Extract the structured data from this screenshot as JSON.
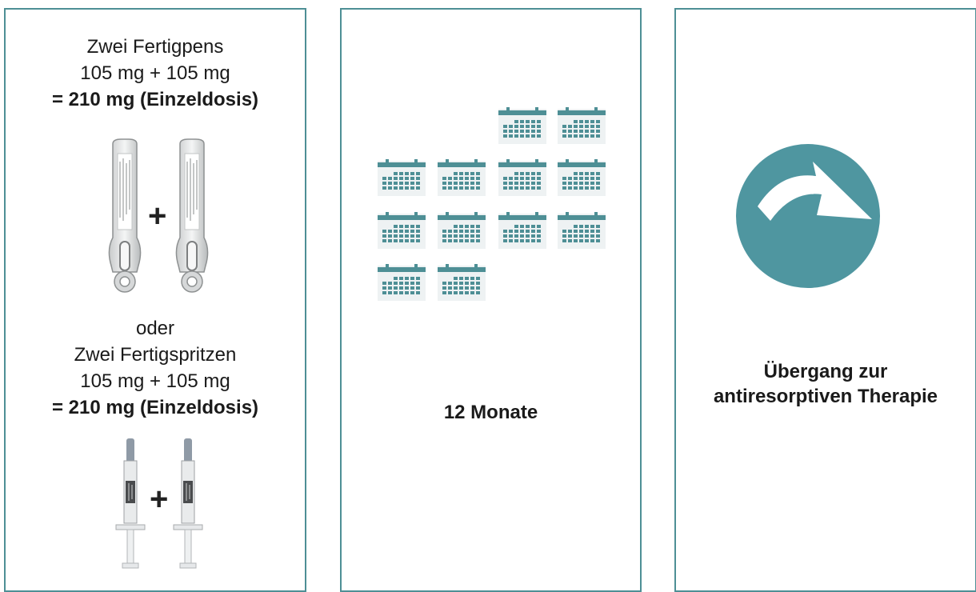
{
  "panel1": {
    "pens": {
      "line1": "Zwei Fertigpens",
      "line2": "105 mg + 105 mg",
      "line3": "= 210 mg (Einzeldosis)"
    },
    "plus": "+",
    "or": "oder",
    "syringes": {
      "line1": "Zwei Fertigspritzen",
      "line2": "105 mg + 105 mg",
      "line3": "= 210 mg (Einzeldosis)"
    }
  },
  "panel2": {
    "calendar_count": 12,
    "label": "12 Monate"
  },
  "panel3": {
    "label_line1": "Übergang zur",
    "label_line2": "antiresorptiven Therapie"
  },
  "colors": {
    "border": "#4e8f95",
    "accent": "#4f96a0",
    "calendar": "#4e8f95",
    "text": "#1a1a1a"
  },
  "icons": {
    "pen": "prefilled-pen-icon",
    "syringe": "prefilled-syringe-icon",
    "calendar": "calendar-icon",
    "arrow": "curved-arrow-icon"
  }
}
